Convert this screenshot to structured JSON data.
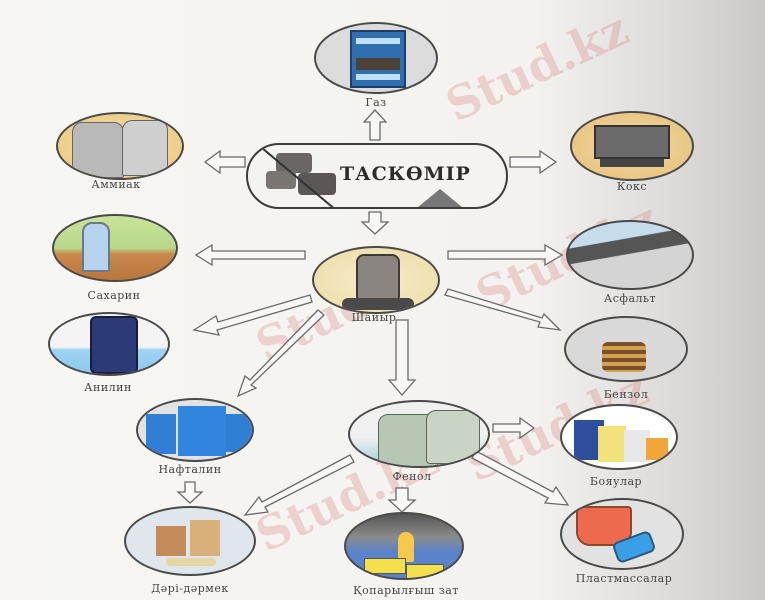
{
  "diagram": {
    "center": {
      "label": "ТАСКӨМІР"
    },
    "nodes": {
      "gas": {
        "label": "Газ"
      },
      "ammonia": {
        "label": "Аммиак"
      },
      "coke": {
        "label": "Кокс"
      },
      "saccharin": {
        "label": "Сахарин"
      },
      "tar": {
        "label": "Шайыр"
      },
      "asphalt": {
        "label": "Асфальт"
      },
      "aniline": {
        "label": "Анилин"
      },
      "benzene": {
        "label": "Бензол"
      },
      "naphthalene": {
        "label": "Нафталин"
      },
      "phenol": {
        "label": "Фенол"
      },
      "dyes": {
        "label": "Бояулар"
      },
      "medicine": {
        "label": "Дәрі-дәрмек"
      },
      "explosive": {
        "label": "Қопарылғыш зат"
      },
      "plastics": {
        "label": "Пластмассалар"
      }
    },
    "edges": [
      [
        "ТАСКӨМІР",
        "Газ"
      ],
      [
        "ТАСКӨМІР",
        "Аммиак"
      ],
      [
        "ТАСКӨМІР",
        "Кокс"
      ],
      [
        "ТАСКӨМІР",
        "Шайыр"
      ],
      [
        "Шайыр",
        "Сахарин"
      ],
      [
        "Шайыр",
        "Асфальт"
      ],
      [
        "Шайыр",
        "Анилин"
      ],
      [
        "Шайыр",
        "Бензол"
      ],
      [
        "Шайыр",
        "Нафталин"
      ],
      [
        "Шайыр",
        "Фенол"
      ],
      [
        "Фенол",
        "Бояулар"
      ],
      [
        "Нафталин",
        "Дәрі-дәрмек"
      ],
      [
        "Фенол",
        "Дәрі-дәрмек"
      ],
      [
        "Фенол",
        "Қопарылғыш зат"
      ],
      [
        "Фенол",
        "Пластмассалар"
      ]
    ]
  },
  "watermark": {
    "text": "Stud.kz"
  }
}
